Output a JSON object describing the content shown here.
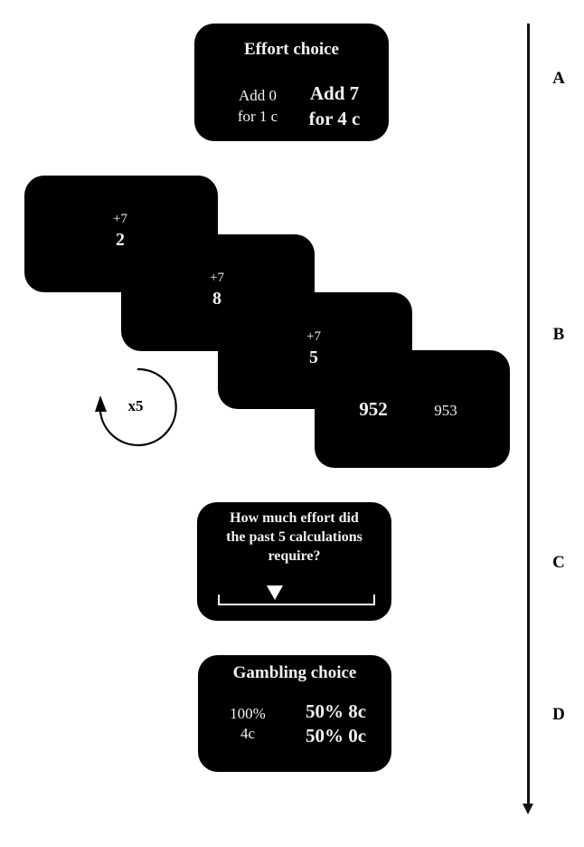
{
  "timeline": {
    "stages": [
      "A",
      "B",
      "C",
      "D"
    ]
  },
  "effort_choice": {
    "title": "Effort choice",
    "low_option": [
      "Add 0",
      "for 1 c"
    ],
    "high_option": [
      "Add 7",
      "for 4 c"
    ]
  },
  "calculation": {
    "screens": [
      {
        "operation": "+7",
        "digit": "2"
      },
      {
        "operation": "+7",
        "digit": "8"
      },
      {
        "operation": "+7",
        "digit": "5"
      }
    ],
    "answer_options": [
      "952",
      "953"
    ],
    "repeat_label": "x5"
  },
  "effort_rating": {
    "question": [
      "How much effort did",
      "the past 5 calculations",
      "require?"
    ]
  },
  "gambling_choice": {
    "title": "Gambling choice",
    "safe_option": [
      "100%",
      "4c"
    ],
    "risky_option": [
      "50% 8c",
      "50% 0c"
    ]
  }
}
